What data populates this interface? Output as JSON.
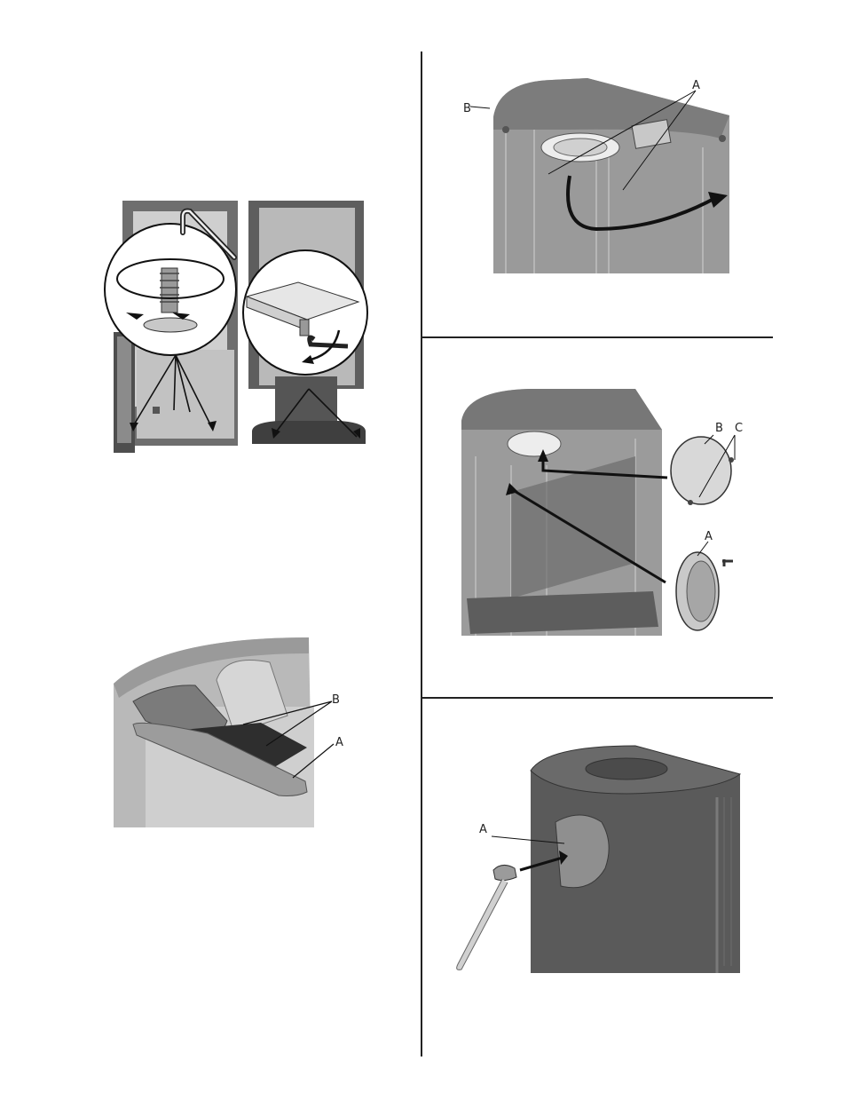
{
  "figures": {
    "leveling": {
      "callouts": []
    },
    "flue_top": {
      "label_a": "A",
      "label_b": "B"
    },
    "adapter": {
      "label_a": "A",
      "label_b": "B",
      "label_c": "C"
    },
    "baffle": {
      "label_a": "A",
      "label_b": "B"
    },
    "knockout": {
      "label_a": "A"
    }
  },
  "colors": {
    "body_dark": "#5a5a5a",
    "body_mid": "#8a8a8a",
    "body_light": "#b8b8b8",
    "panel_light": "#d6d6d6",
    "arrow": "#111111"
  }
}
